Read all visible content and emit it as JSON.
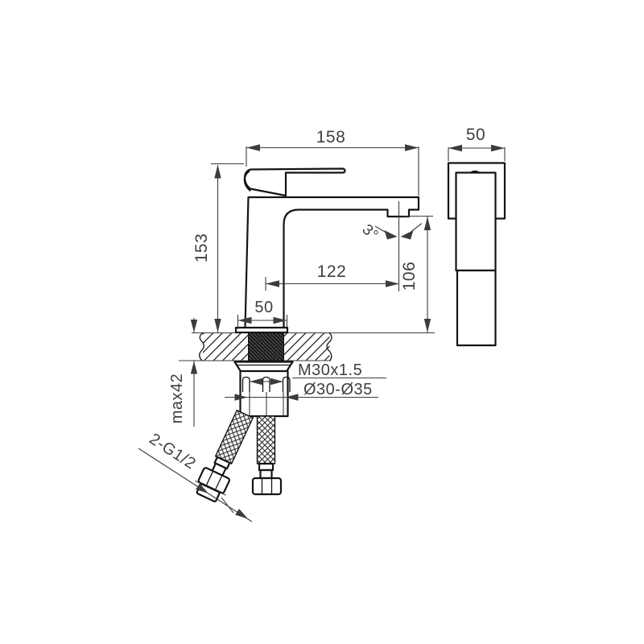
{
  "drawing": {
    "type": "technical-dimension-drawing",
    "subject": "single-lever basin mixer faucet, side view with deck cross-section and front view",
    "colors": {
      "line": "#141414",
      "dimension": "#3c3c3c",
      "text": "#3f3f3f",
      "background": "#ffffff"
    },
    "dimensions": {
      "total_length": "158",
      "body_depth": "50",
      "total_height": "153",
      "aerator_angle": "3°",
      "spout_reach": "122",
      "spout_height": "106",
      "base_width": "50",
      "mounting_thread": "M30x1.5",
      "hole_diameter_range": "Ø30-Ø35",
      "max_deck_thickness": "max42",
      "hose_threads": "2-G1/2"
    }
  }
}
